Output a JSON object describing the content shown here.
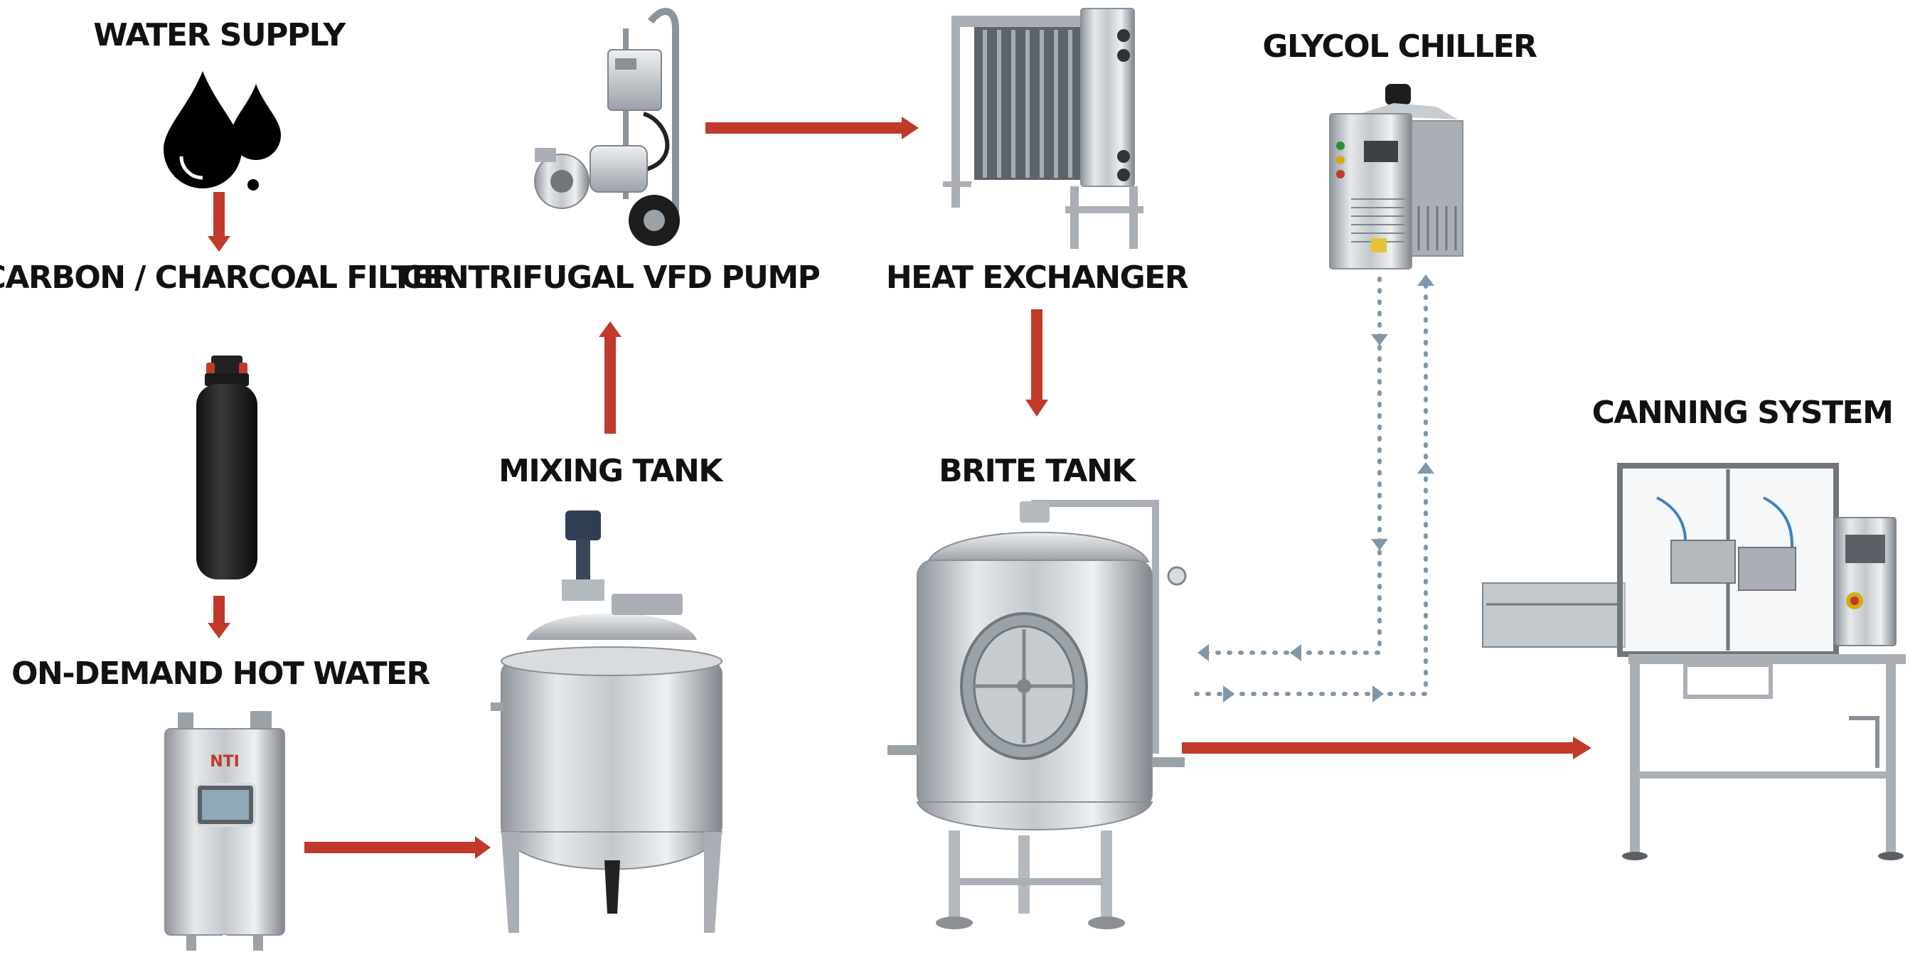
{
  "colors": {
    "process_flow": "#c0392b",
    "glycol_loop": "#7f97a8",
    "steel": "#b9bec3",
    "label_text": "#111111"
  },
  "nodes": {
    "water_supply": {
      "label": "WATER SUPPLY",
      "icon": "water-drops-icon"
    },
    "carbon_filter": {
      "label": "CARBON / CHARCOAL FILTER",
      "icon": "filter-tank-icon"
    },
    "hot_water": {
      "label": "ON-DEMAND HOT WATER",
      "icon": "water-heater-icon",
      "brand": "NTI"
    },
    "pump": {
      "label": "CENTRIFUGAL VFD PUMP",
      "icon": "pump-cart-icon"
    },
    "mixing_tank": {
      "label": "MIXING TANK",
      "icon": "mixing-tank-icon"
    },
    "heat_exchanger": {
      "label": "HEAT EXCHANGER",
      "icon": "plate-heat-exchanger-icon"
    },
    "brite_tank": {
      "label": "BRITE TANK",
      "icon": "brite-tank-icon"
    },
    "glycol_chiller": {
      "label": "GLYCOL CHILLER",
      "icon": "chiller-icon"
    },
    "canning_system": {
      "label": "CANNING SYSTEM",
      "icon": "canning-machine-icon"
    }
  },
  "edges": [
    {
      "from": "water_supply",
      "to": "carbon_filter",
      "style": "process"
    },
    {
      "from": "carbon_filter",
      "to": "hot_water",
      "style": "process"
    },
    {
      "from": "hot_water",
      "to": "mixing_tank",
      "style": "process"
    },
    {
      "from": "mixing_tank",
      "to": "pump",
      "style": "process"
    },
    {
      "from": "pump",
      "to": "heat_exchanger",
      "style": "process"
    },
    {
      "from": "heat_exchanger",
      "to": "brite_tank",
      "style": "process"
    },
    {
      "from": "brite_tank",
      "to": "canning_system",
      "style": "process"
    },
    {
      "from": "glycol_chiller",
      "to": "brite_tank",
      "style": "glycol-supply"
    },
    {
      "from": "brite_tank",
      "to": "glycol_chiller",
      "style": "glycol-return"
    }
  ]
}
